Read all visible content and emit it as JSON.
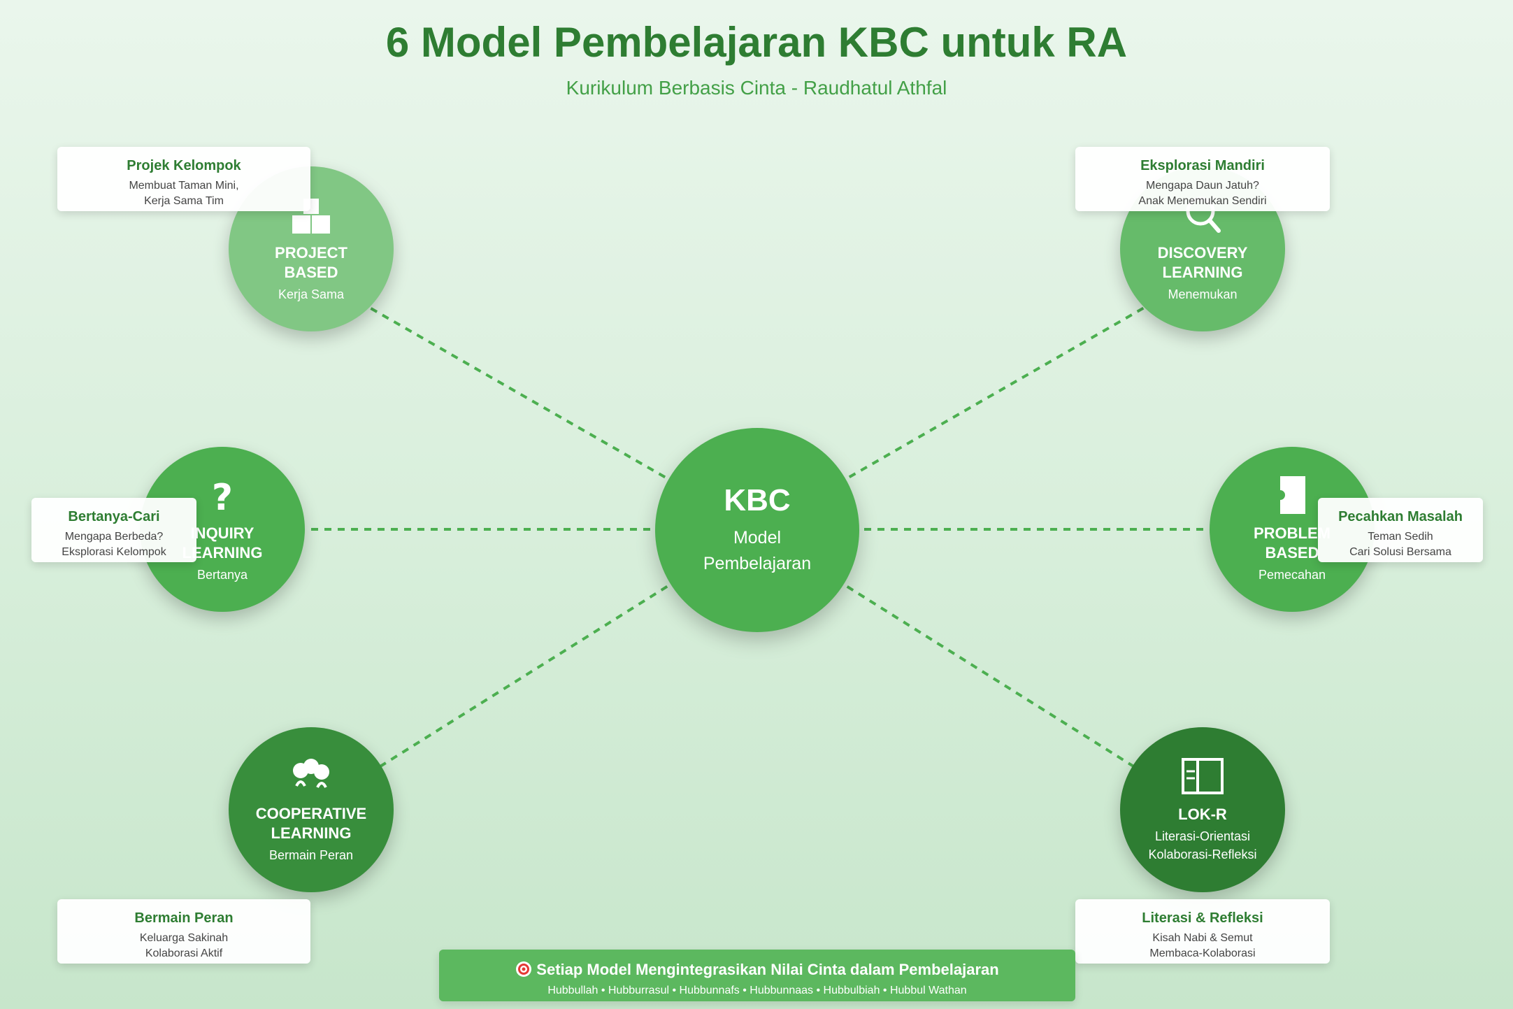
{
  "title": "6 Model Pembelajaran KBC untuk RA",
  "subtitle": "Kurikulum Berbasis Cinta - Raudhatul Athfal",
  "center": {
    "title": "KBC",
    "line1": "Model",
    "line2": "Pembelajaran"
  },
  "nodes": {
    "project": {
      "name": "PROJECT\nBASED",
      "desc": "Kerja Sama",
      "icon": "blocks-icon",
      "color": "#81c784"
    },
    "discovery": {
      "name": "DISCOVERY\nLEARNING",
      "desc": "Menemukan",
      "icon": "magnifier-icon",
      "color": "#66bb6a"
    },
    "inquiry": {
      "name": "INQUIRY\nLEARNING",
      "desc": "Bertanya",
      "icon": "question-icon",
      "color": "#4caf50"
    },
    "problem": {
      "name": "PROBLEM\nBASED",
      "desc": "Pemecahan",
      "icon": "puzzle-icon",
      "color": "#4caf50"
    },
    "cooperative": {
      "name": "COOPERATIVE\nLEARNING",
      "desc": "Bermain Peran",
      "icon": "people-icon",
      "color": "#388e3c"
    },
    "lokr": {
      "name": "LOK-R",
      "desc": "Literasi-Orientasi\nKolaborasi-Refleksi",
      "icon": "book-icon",
      "color": "#2e7d32"
    }
  },
  "cards": {
    "project": {
      "title": "Projek Kelompok",
      "line1": "Membuat Taman Mini,",
      "line2": "Kerja Sama Tim"
    },
    "discovery": {
      "title": "Eksplorasi Mandiri",
      "line1": "Mengapa Daun Jatuh?",
      "line2": "Anak Menemukan Sendiri"
    },
    "inquiry": {
      "title": "Bertanya-Cari",
      "line1": "Mengapa Berbeda?",
      "line2": "Eksplorasi Kelompok"
    },
    "problem": {
      "title": "Pecahkan Masalah",
      "line1": "Teman Sedih",
      "line2": "Cari Solusi Bersama"
    },
    "cooperative": {
      "title": "Bermain Peran",
      "line1": "Keluarga Sakinah",
      "line2": "Kolaborasi Aktif"
    },
    "lokr": {
      "title": "Literasi & Refleksi",
      "line1": "Kisah Nabi & Semut",
      "line2": "Membaca-Kolaborasi"
    }
  },
  "footer": {
    "icon": "target-icon",
    "title": "Setiap Model Mengintegrasikan Nilai Cinta dalam Pembelajaran",
    "values": "Hubbullah • Hubburrasul • Hubbunnafs • Hubbunnaas • Hubbulbiah • Hubbul Wathan"
  },
  "colors": {
    "accent": "#2e7d32",
    "link": "#4caf50",
    "center": "#4caf50"
  }
}
